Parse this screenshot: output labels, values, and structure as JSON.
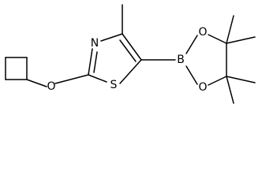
{
  "structure": {
    "atoms": {
      "nitrogen": "N",
      "sulfur": "S",
      "ether_oxygen": "O",
      "boron": "B",
      "boronate_oxygen_top": "O",
      "boronate_oxygen_bottom": "O"
    }
  }
}
